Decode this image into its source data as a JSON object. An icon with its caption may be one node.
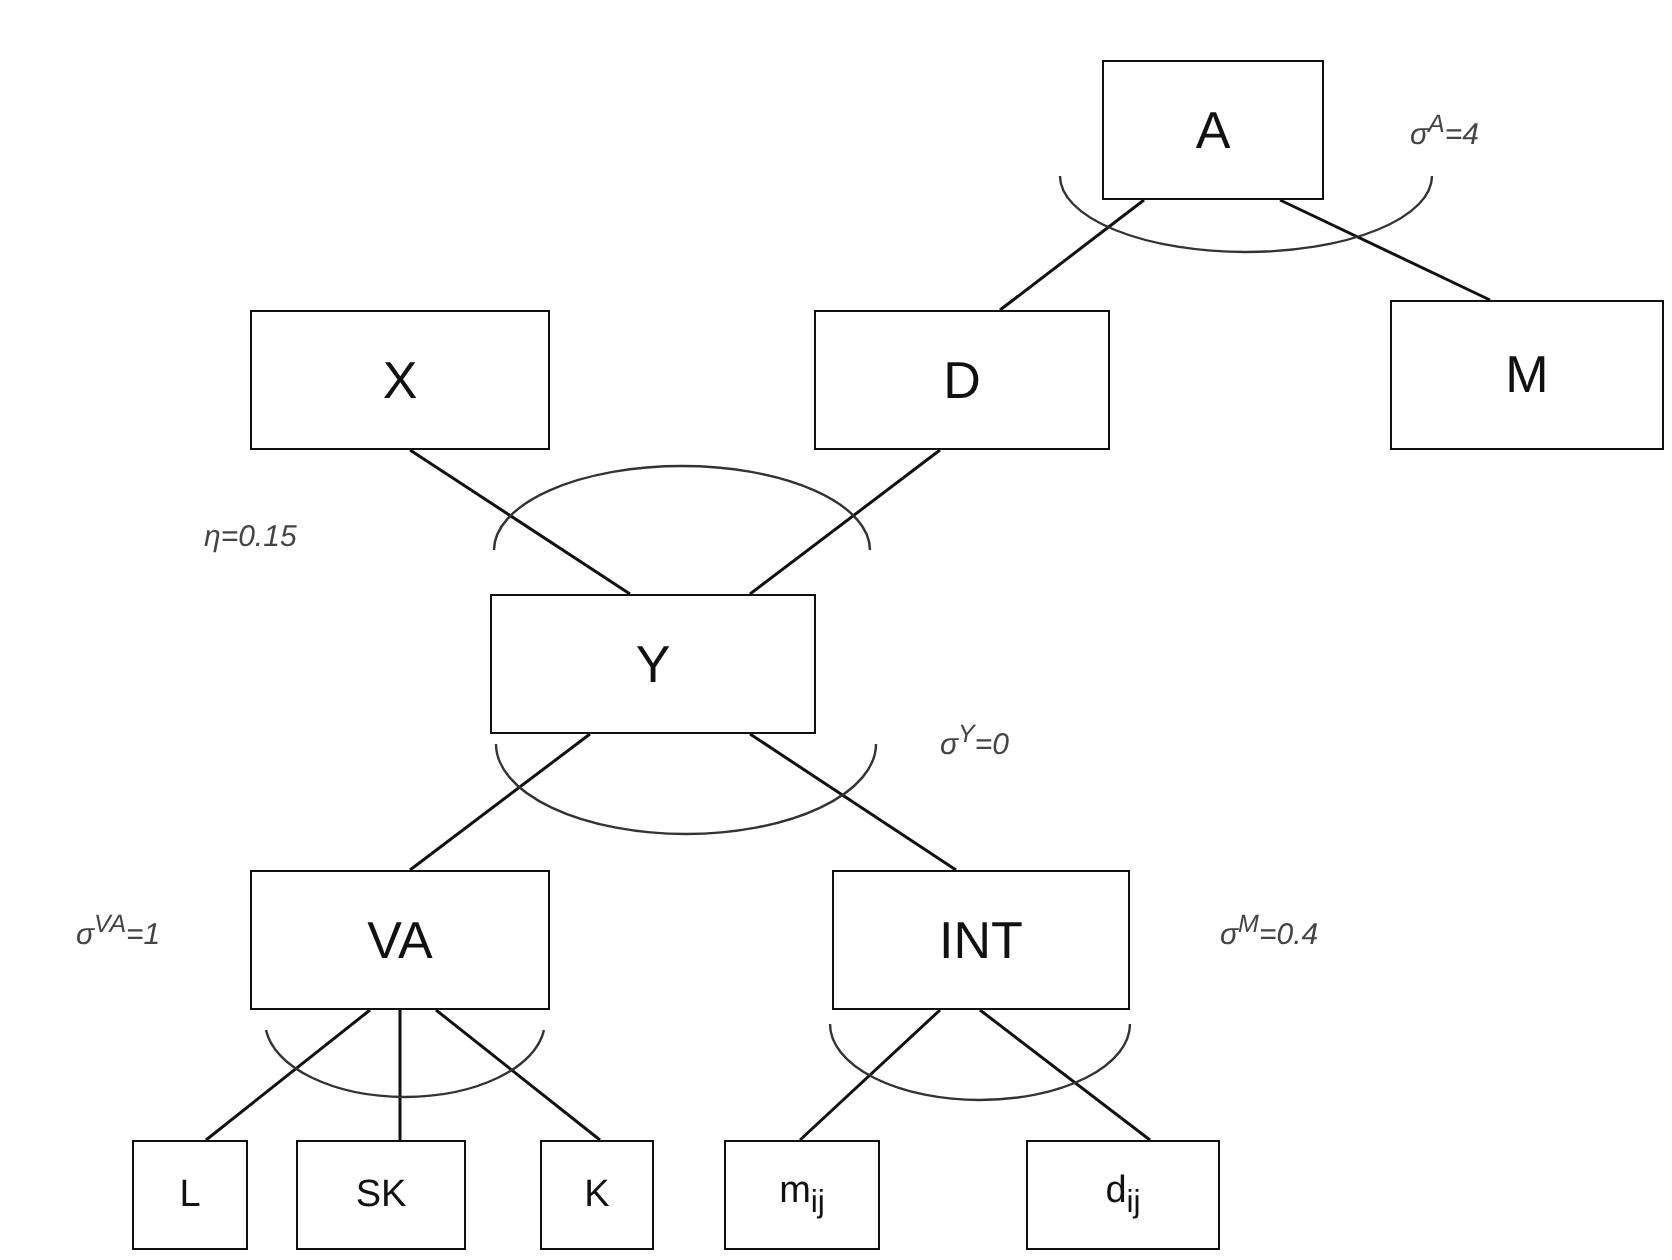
{
  "diagram": {
    "nodes": [
      {
        "text": [
          "A"
        ]
      },
      {
        "text": [
          "X"
        ]
      },
      {
        "text": [
          "D"
        ]
      },
      {
        "text": [
          "M"
        ]
      },
      {
        "text": [
          "Y"
        ]
      },
      {
        "text": [
          "VA"
        ]
      },
      {
        "text": [
          "INT"
        ]
      },
      {
        "text": [
          "L"
        ]
      },
      {
        "text": [
          "SK"
        ]
      },
      {
        "text": [
          "K"
        ]
      },
      {
        "text": [
          "m$_{ij}$"
        ]
      },
      {
        "text": [
          "d$_{ij}$"
        ]
      }
    ],
    "edges": [
      {
        "from": 0,
        "to": 2,
        "arrow": "none"
      },
      {
        "from": 0,
        "to": 3,
        "arrow": "none"
      },
      {
        "from": 1,
        "to": 4,
        "arrow": "none"
      },
      {
        "from": 2,
        "to": 4,
        "arrow": "none"
      },
      {
        "from": 4,
        "to": 5,
        "arrow": "none"
      },
      {
        "from": 4,
        "to": 6,
        "arrow": "none"
      },
      {
        "from": 5,
        "to": 7,
        "arrow": "none"
      },
      {
        "from": 5,
        "to": 8,
        "arrow": "none"
      },
      {
        "from": 5,
        "to": 9,
        "arrow": "none"
      },
      {
        "from": 6,
        "to": 10,
        "arrow": "none"
      },
      {
        "from": 6,
        "to": 11,
        "arrow": "none"
      }
    ],
    "labels": [
      "σ$^{A}$=4",
      "η=0.15",
      "σ$^{Y}$=0",
      "σ$^{VA}$=1",
      "σ$^{M}$=0.4"
    ]
  }
}
